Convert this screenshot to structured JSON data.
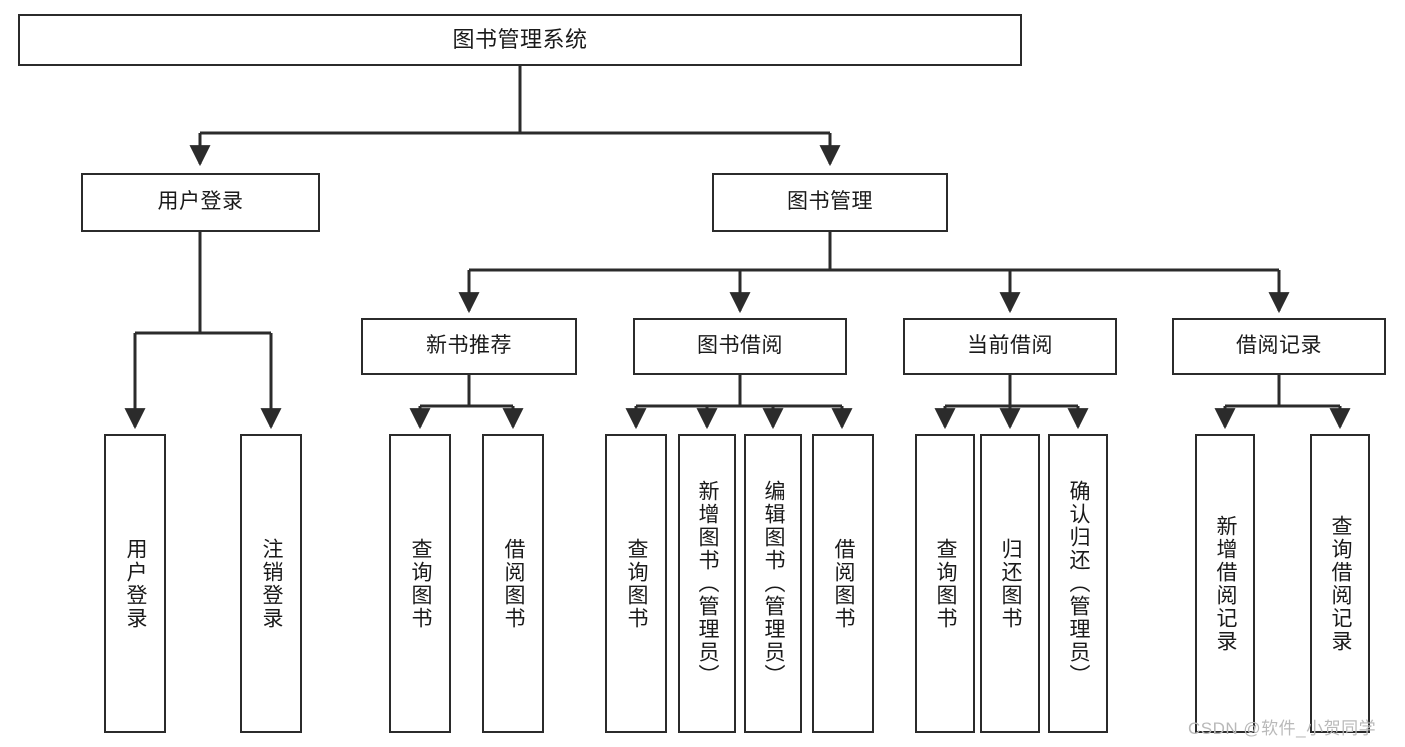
{
  "diagram": {
    "type": "tree-hierarchy-chart",
    "title": "图书管理系统",
    "watermark": "CSDN @软件_小贺同学",
    "colors": {
      "stroke": "#2b2b2b",
      "fill": "#ffffff",
      "text": "#1a1a1a",
      "watermark": "#b9b9b9"
    },
    "nodes": {
      "root": {
        "label": "图书管理系统"
      },
      "level1": [
        {
          "id": "user-login",
          "label": "用户登录"
        },
        {
          "id": "book-management",
          "label": "图书管理"
        }
      ],
      "level2": [
        {
          "id": "new-book-recommend",
          "label": "新书推荐"
        },
        {
          "id": "book-borrow",
          "label": "图书借阅"
        },
        {
          "id": "current-borrow",
          "label": "当前借阅"
        },
        {
          "id": "borrow-record",
          "label": "借阅记录"
        }
      ],
      "leaves": {
        "user_login": [
          {
            "id": "leaf-user-login",
            "label": "用户登录"
          },
          {
            "id": "leaf-logout-login",
            "label": "注销登录"
          }
        ],
        "new_book_recommend": [
          {
            "id": "leaf-query-book-1",
            "label": "查询图书"
          },
          {
            "id": "leaf-borrow-book-1",
            "label": "借阅图书"
          }
        ],
        "book_borrow": [
          {
            "id": "leaf-query-book-2",
            "label": "查询图书"
          },
          {
            "id": "leaf-add-book-admin",
            "label": "新增图书（管理员）"
          },
          {
            "id": "leaf-edit-book-admin",
            "label": "编辑图书（管理员）"
          },
          {
            "id": "leaf-borrow-book-2",
            "label": "借阅图书"
          }
        ],
        "current_borrow": [
          {
            "id": "leaf-query-book-3",
            "label": "查询图书"
          },
          {
            "id": "leaf-return-book",
            "label": "归还图书"
          },
          {
            "id": "leaf-confirm-return-admin",
            "label": "确认归还（管理员）"
          }
        ],
        "borrow_record": [
          {
            "id": "leaf-add-borrow-record",
            "label": "新增借阅记录"
          },
          {
            "id": "leaf-query-borrow-record",
            "label": "查询借阅记录"
          }
        ]
      }
    }
  }
}
